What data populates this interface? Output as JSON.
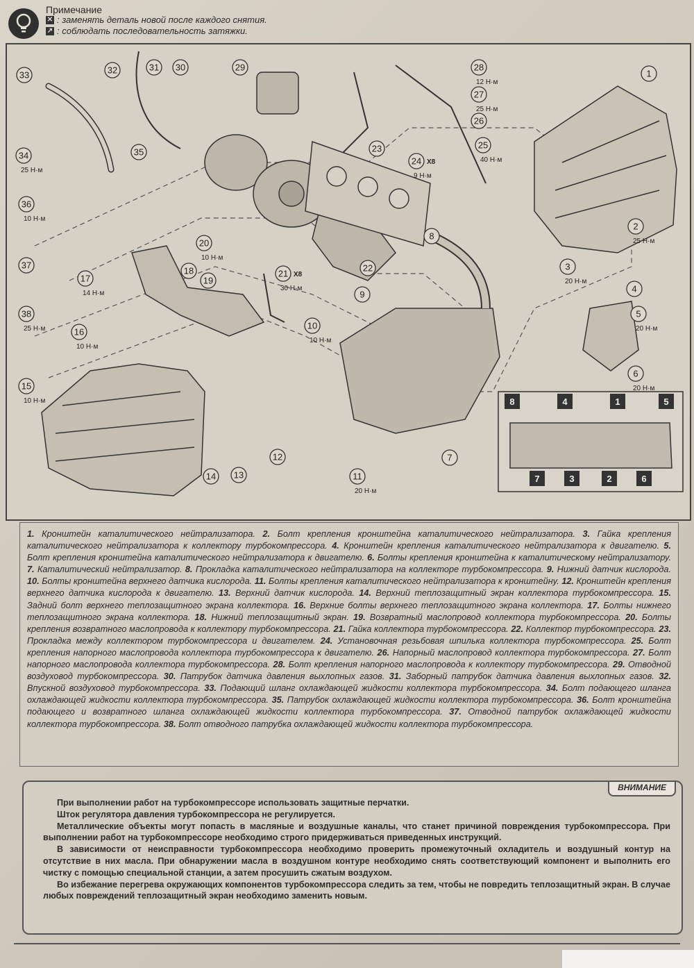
{
  "note": {
    "title": "Примечание",
    "replace_text": ": заменять деталь новой после каждого снятия.",
    "sequence_text": ": соблюдать последовательность затяжки."
  },
  "diagram": {
    "callouts": [
      {
        "n": "1"
      },
      {
        "n": "2",
        "t": "25 Н·м"
      },
      {
        "n": "3",
        "t": "20 Н·м"
      },
      {
        "n": "4"
      },
      {
        "n": "5",
        "t": "20 Н·м"
      },
      {
        "n": "6",
        "t": "20 Н·м"
      },
      {
        "n": "7"
      },
      {
        "n": "8"
      },
      {
        "n": "9"
      },
      {
        "n": "10",
        "t": "10 Н·м"
      },
      {
        "n": "11",
        "t": "20 Н·м"
      },
      {
        "n": "12"
      },
      {
        "n": "13"
      },
      {
        "n": "14"
      },
      {
        "n": "15",
        "t": "10 Н·м"
      },
      {
        "n": "16",
        "t": "10 Н·м"
      },
      {
        "n": "17",
        "t": "14 Н·м"
      },
      {
        "n": "18"
      },
      {
        "n": "19"
      },
      {
        "n": "20",
        "t": "10 Н·м"
      },
      {
        "n": "21",
        "t": "30 Н·м",
        "x": "X8"
      },
      {
        "n": "22"
      },
      {
        "n": "23"
      },
      {
        "n": "24",
        "t": "9 Н·м",
        "x": "X8"
      },
      {
        "n": "25",
        "t": "40 Н·м"
      },
      {
        "n": "26"
      },
      {
        "n": "27",
        "t": "25 Н·м"
      },
      {
        "n": "28",
        "t": "12 Н·м"
      },
      {
        "n": "29"
      },
      {
        "n": "30"
      },
      {
        "n": "31"
      },
      {
        "n": "32"
      },
      {
        "n": "33"
      },
      {
        "n": "34",
        "t": "25 Н·м"
      },
      {
        "n": "35"
      },
      {
        "n": "36",
        "t": "10 Н·м"
      },
      {
        "n": "37"
      },
      {
        "n": "38",
        "t": "25 Н·м"
      }
    ],
    "sequence_top": [
      "8",
      "4",
      "1",
      "5"
    ],
    "sequence_bottom": [
      "7",
      "3",
      "2",
      "6"
    ]
  },
  "legend": [
    {
      "n": "1.",
      "text": "Кронштейн каталитического нейтрализатора."
    },
    {
      "n": "2.",
      "text": "Болт крепления кронштейна каталитического нейтрализатора."
    },
    {
      "n": "3.",
      "text": "Гайка крепления каталитического нейтрализатора к коллектору турбокомпрессора."
    },
    {
      "n": "4.",
      "text": "Кронштейн крепления каталитического нейтрализатора к двигателю."
    },
    {
      "n": "5.",
      "text": "Болт крепления кронштейна каталитического нейтрализатора к двигателю."
    },
    {
      "n": "6.",
      "text": "Болты крепления кронштейна к каталитическому нейтрализатору."
    },
    {
      "n": "7.",
      "text": "Каталитический нейтрализатор."
    },
    {
      "n": "8.",
      "text": "Прокладка каталитического нейтрализатора на коллекторе турбокомпрессора."
    },
    {
      "n": "9.",
      "text": "Нижний датчик кислорода."
    },
    {
      "n": "10.",
      "text": "Болты кронштейна верхнего датчика кислорода."
    },
    {
      "n": "11.",
      "text": "Болты крепления каталитического нейтрализатора к кронштейну."
    },
    {
      "n": "12.",
      "text": "Кронштейн крепления верхнего датчика кислорода к двигателю."
    },
    {
      "n": "13.",
      "text": "Верхний датчик кислорода."
    },
    {
      "n": "14.",
      "text": "Верхний теплозащитный экран коллектора турбокомпрессора."
    },
    {
      "n": "15.",
      "text": "Задний болт верхнего теплозащитного экрана коллектора."
    },
    {
      "n": "16.",
      "text": "Верхние болты верхнего теплозащитного экрана коллектора."
    },
    {
      "n": "17.",
      "text": "Болты нижнего теплозащитного экрана коллектора."
    },
    {
      "n": "18.",
      "text": "Нижний теплозащитный экран."
    },
    {
      "n": "19.",
      "text": "Возвратный маслопровод коллектора турбокомпрессора."
    },
    {
      "n": "20.",
      "text": "Болты крепления возвратного маслопровода к коллектору турбокомпрессора."
    },
    {
      "n": "21.",
      "text": "Гайка коллектора турбокомпрессора."
    },
    {
      "n": "22.",
      "text": "Коллектор турбокомпрессора."
    },
    {
      "n": "23.",
      "text": "Прокладка между коллектором турбокомпрессора и двигателем."
    },
    {
      "n": "24.",
      "text": "Установочная резьбовая шпилька коллектора турбокомпрессора."
    },
    {
      "n": "25.",
      "text": "Болт крепления напорного маслопровода коллектора турбокомпрессора к двигателю."
    },
    {
      "n": "26.",
      "text": "Напорный маслопровод коллектора турбокомпрессора."
    },
    {
      "n": "27.",
      "text": "Болт напорного маслопровода коллектора турбокомпрессора."
    },
    {
      "n": "28.",
      "text": "Болт крепления напорного маслопровода к коллектору турбокомпрессора."
    },
    {
      "n": "29.",
      "text": "Отводной воздуховод турбокомпрессора."
    },
    {
      "n": "30.",
      "text": "Патрубок датчика давления выхлопных газов."
    },
    {
      "n": "31.",
      "text": "Заборный патрубок датчика давления выхлопных газов."
    },
    {
      "n": "32.",
      "text": "Впускной воздуховод турбокомпрессора."
    },
    {
      "n": "33.",
      "text": "Подающий шланг охлаждающей жидкости коллектора турбокомпрессора."
    },
    {
      "n": "34.",
      "text": "Болт подающего шланга охлаждающей жидкости коллектора турбокомпрессора."
    },
    {
      "n": "35.",
      "text": "Патрубок охлаждающей жидкости коллектора турбокомпрессора."
    },
    {
      "n": "36.",
      "text": "Болт кронштейна подающего и возвратного шланга охлаждающей жидкости коллектора турбокомпрессора."
    },
    {
      "n": "37.",
      "text": "Отводной патрубок охлаждающей жидкости коллектора турбокомпрессора."
    },
    {
      "n": "38.",
      "text": "Болт отводного патрубка охлаждающей жидкости коллектора турбокомпрессора."
    }
  ],
  "warning": {
    "label": "ВНИМАНИЕ",
    "paragraphs": [
      "При выполнении работ на турбокомпрессоре использовать защитные перчатки.",
      "Шток регулятора давления турбокомпрессора не регулируется.",
      "Металлические объекты могут попасть в масляные и воздушные каналы, что станет причиной повреждения турбокомпрессора. При выполнении работ на турбокомпрессоре необходимо строго придерживаться приведенных инструкций.",
      "В зависимости от неисправности турбокомпрессора необходимо проверить промежуточный охладитель и воздушный контур на отсутствие в них масла. При обнаружении масла в воздушном контуре необходимо снять соответствующий компонент и выполнить его чистку с помощью специальной станции, а затем просушить сжатым воздухом.",
      "Во избежание перегрева окружающих компонентов турбокомпрессора следить за тем, чтобы не повредить теплозащитный экран. В случае любых повреждений теплозащитный экран необходимо заменить новым."
    ]
  }
}
